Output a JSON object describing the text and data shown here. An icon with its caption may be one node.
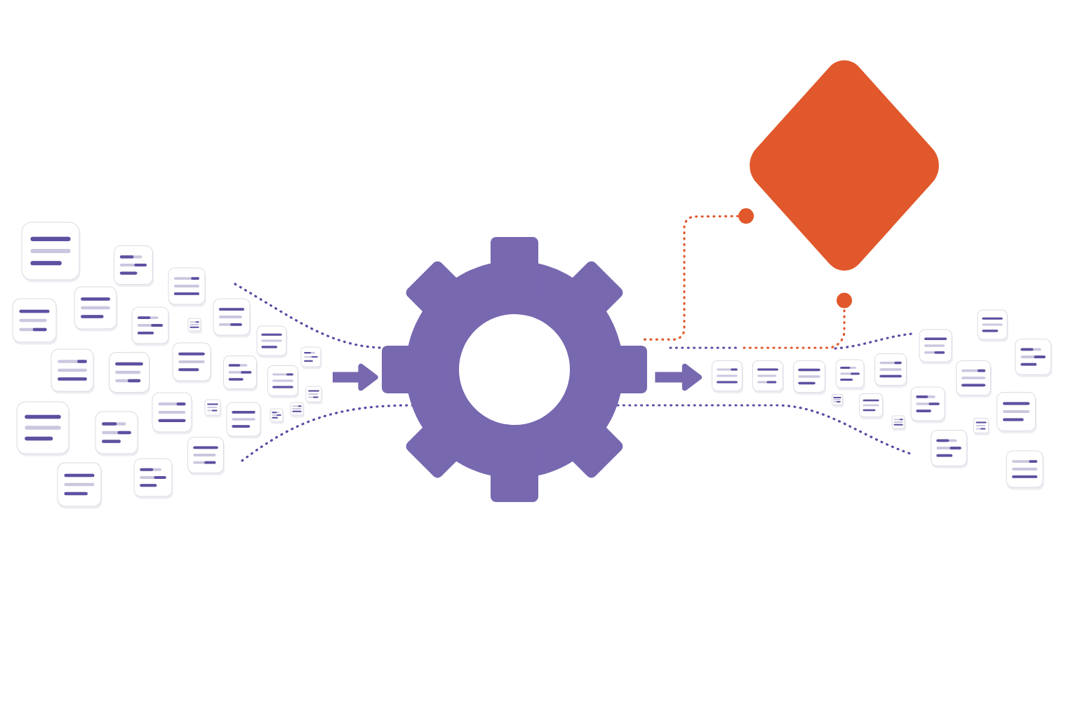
{
  "diagram": {
    "nodes": [
      {
        "text": [],
        "shape": "gear"
      },
      {
        "text": [],
        "shape": "diamond"
      }
    ],
    "edges": [
      {
        "from": null,
        "to": 0,
        "arrow": "to",
        "style": "thick"
      },
      {
        "from": 0,
        "to": null,
        "arrow": "to",
        "style": "thick"
      },
      {
        "from": 0,
        "to": 1,
        "arrow": "other",
        "style": "dashed",
        "color": "#e0582b"
      },
      {
        "from": null,
        "to": 1,
        "arrow": "other",
        "style": "dashed",
        "color": "#e0582b"
      }
    ]
  }
}
